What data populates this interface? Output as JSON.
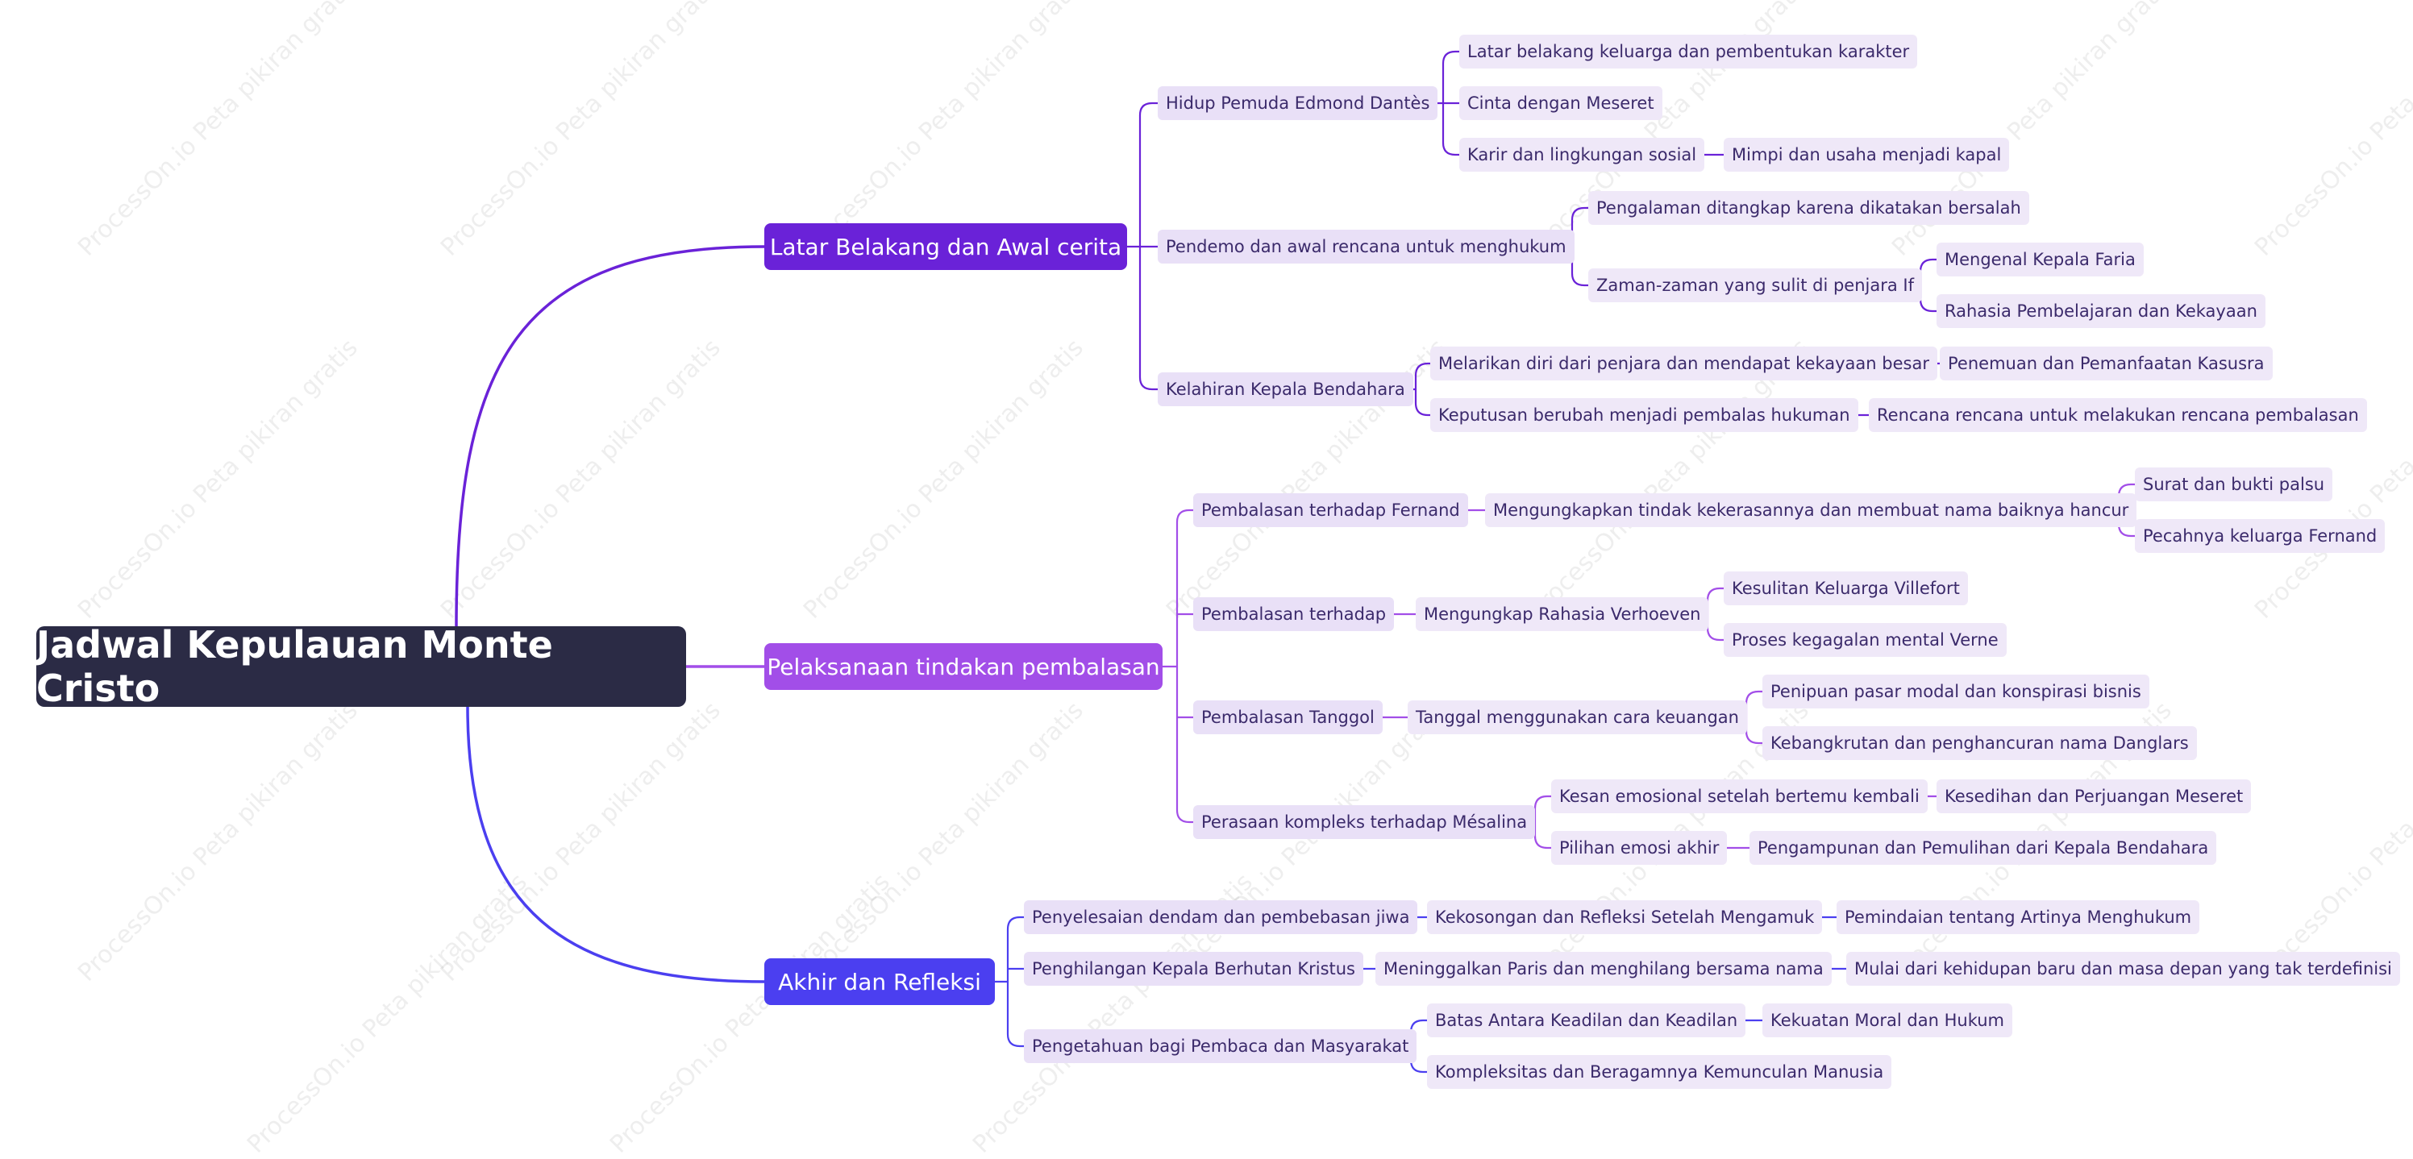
{
  "watermark": "ProcessOn.io Peta pikiran gratis",
  "colors": {
    "root": "#2b2b45",
    "branch1": "#6a22d8",
    "branch2": "#a24ee8",
    "branch3": "#4b3ff0",
    "line1": "#6a22d8",
    "line2": "#a24ee8",
    "line3": "#4b3ff0"
  },
  "root": {
    "title": "Jadwal Kepulauan Monte Cristo"
  },
  "branches": [
    {
      "label": "Latar Belakang dan Awal cerita"
    },
    {
      "label": "Pelaksanaan tindakan pembalasan"
    },
    {
      "label": "Akhir dan Refleksi"
    }
  ],
  "nodes": [
    "Hidup Pemuda Edmond Dantès",
    "Latar belakang keluarga dan pembentukan karakter",
    "Cinta dengan Meseret",
    "Karir dan lingkungan sosial",
    "Mimpi dan usaha menjadi kapal",
    "Pendemo dan awal rencana untuk menghukum",
    "Pengalaman ditangkap karena dikatakan bersalah",
    "Zaman-zaman yang sulit di penjara If",
    "Mengenal Kepala Faria",
    "Rahasia Pembelajaran dan Kekayaan",
    "Kelahiran Kepala Bendahara",
    "Melarikan diri dari penjara dan mendapat kekayaan besar",
    "Penemuan dan Pemanfaatan Kasusra",
    "Keputusan berubah menjadi pembalas hukuman",
    "Rencana rencana untuk melakukan rencana pembalasan",
    "Pembalasan terhadap Fernand",
    "Mengungkapkan tindak kekerasannya dan membuat nama baiknya hancur",
    "Surat dan bukti palsu",
    "Pecahnya keluarga Fernand",
    "Pembalasan terhadap",
    "Mengungkap Rahasia Verhoeven",
    "Kesulitan Keluarga Villefort",
    "Proses kegagalan mental Verne",
    "Pembalasan Tanggol",
    "Tanggal menggunakan cara keuangan",
    "Penipuan pasar modal dan konspirasi bisnis",
    "Kebangkrutan dan penghancuran nama Danglars",
    "Perasaan kompleks terhadap Mésalina",
    "Kesan emosional setelah bertemu kembali",
    "Kesedihan dan Perjuangan Meseret",
    "Pilihan emosi akhir",
    "Pengampunan dan Pemulihan dari Kepala Bendahara",
    "Penyelesaian dendam dan pembebasan jiwa",
    "Kekosongan dan Refleksi Setelah Mengamuk",
    "Pemindaian tentang Artinya Menghukum",
    "Penghilangan Kepala Berhutan Kristus",
    "Meninggalkan Paris dan menghilang bersama nama",
    "Mulai dari kehidupan baru dan masa depan yang tak terdefinisi",
    "Pengetahuan bagi Pembaca dan Masyarakat",
    "Batas Antara Keadilan dan Keadilan",
    "Kekuatan Moral dan Hukum",
    "Kompleksitas dan Beragamnya Kemunculan Manusia"
  ]
}
